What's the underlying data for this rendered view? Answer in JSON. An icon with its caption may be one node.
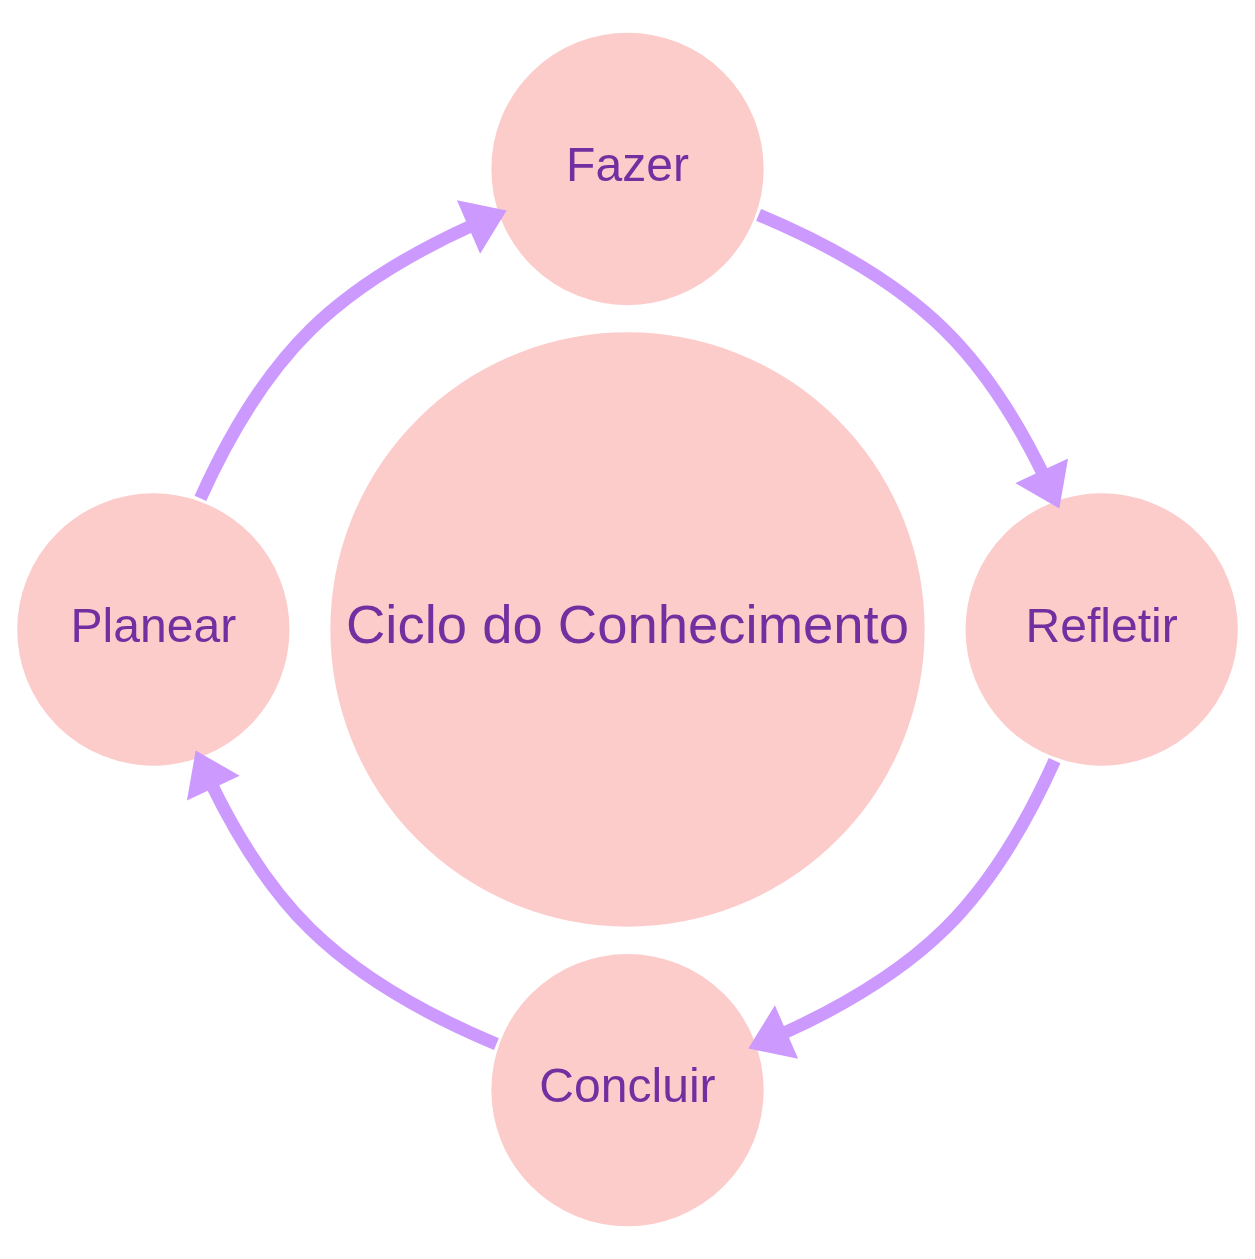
{
  "diagram": {
    "nodes": [
      {
        "text": [
          "Fazer"
        ]
      },
      {
        "text": [
          "Planear"
        ]
      },
      {
        "text": [
          "Ciclo do Conhecimento"
        ]
      },
      {
        "text": [
          "Refletir"
        ]
      },
      {
        "text": [
          "Concluir"
        ]
      }
    ],
    "edges": [
      {
        "from": 0,
        "to": 3,
        "arrow": "to"
      },
      {
        "from": 3,
        "to": 4,
        "arrow": "to"
      },
      {
        "from": 4,
        "to": 1,
        "arrow": "to"
      },
      {
        "from": 1,
        "to": 0,
        "arrow": "to"
      }
    ]
  }
}
